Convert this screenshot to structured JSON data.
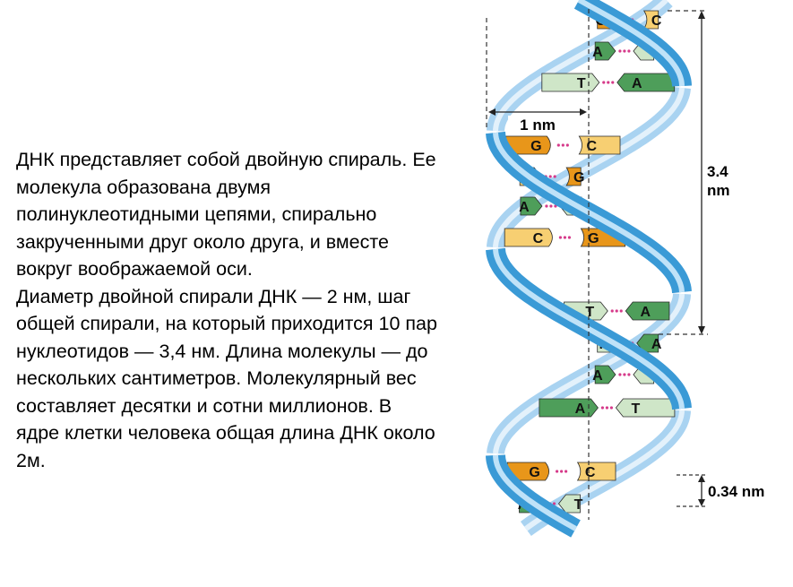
{
  "description": {
    "paragraph1": "ДНК представляет собой двойную спираль. Ее молекула образована двумя полинуклеотидными цепями, спирально закрученными друг около друга, и вместе вокруг воображаемой оси.",
    "paragraph2": "Диаметр двойной спирали ДНК — 2 нм, шаг общей спирали, на который приходится 10 пар нуклеотидов — 3,4 нм. Длина молекулы — до нескольких сантиметров. Молекулярный вес составляет десятки и сотни миллионов. В ядре клетки человека общая длина ДНК около 2м."
  },
  "diagram": {
    "labels": {
      "diameter": "1 nm",
      "pitch_value": "3.4",
      "pitch_unit": "nm",
      "rise": "0.34 nm"
    },
    "base_pairs": [
      {
        "left": "G",
        "right": "C"
      },
      {
        "left": "A",
        "right": "T"
      },
      {
        "left": "T",
        "right": "A"
      },
      {
        "left": "G",
        "right": "C"
      },
      {
        "left": "C",
        "right": "G"
      },
      {
        "left": "A",
        "right": "T"
      },
      {
        "left": "C",
        "right": "G"
      },
      {
        "left": "T",
        "right": "A"
      },
      {
        "left": "T",
        "right": "A"
      },
      {
        "left": "A",
        "right": "T"
      },
      {
        "left": "A",
        "right": "T"
      },
      {
        "left": "G",
        "right": "C"
      },
      {
        "left": "A",
        "right": "T"
      }
    ],
    "colors": {
      "G": "#e8961a",
      "C": "#f7cf72",
      "A": "#4e9e5a",
      "T": "#cfe6c8",
      "bond": "#d63a8a",
      "strand_front": "#3a9ad6",
      "strand_back": "#a9d3f1"
    }
  }
}
